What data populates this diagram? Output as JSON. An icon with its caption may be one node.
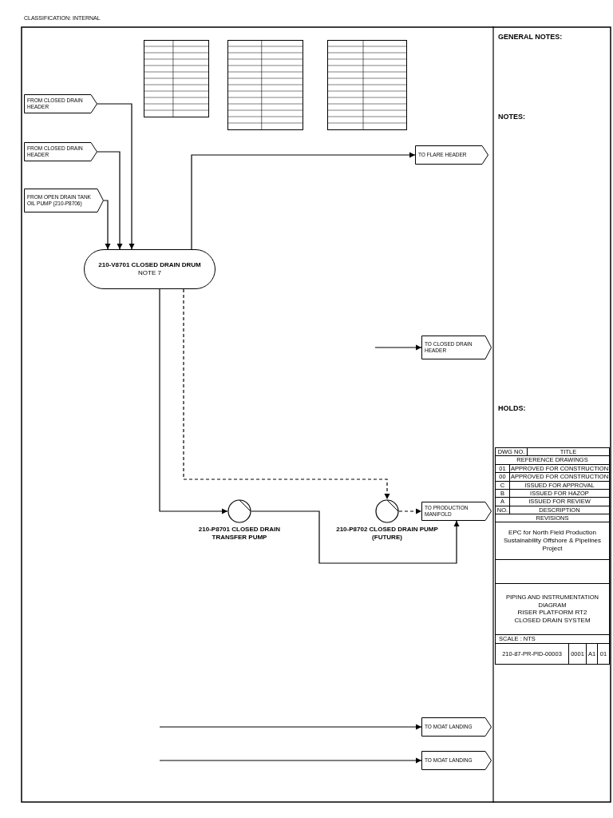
{
  "diagram": {
    "title": "PIPING AND INSTRUMENTATION DIAGRAM",
    "nodes": [
      {
        "text": [
          "210-V8701 CLOSED DRAIN DRUM",
          "NOTE 7"
        ]
      },
      {
        "text": [
          "FROM CLOSED DRAIN HEADER"
        ]
      },
      {
        "text": [
          "FROM CLOSED DRAIN HEADER"
        ]
      },
      {
        "text": [
          "FROM OPEN DRAIN TANK OIL PUMP (210-P8706)"
        ]
      },
      {
        "text": [
          "TO FLARE HEADER"
        ]
      },
      {
        "text": [],
        "shape": "circle",
        "beside": [
          "210-P8701 CLOSED DRAIN TRANSFER PUMP"
        ]
      },
      {
        "text": [],
        "shape": "circle",
        "beside": [
          "210-P8702 CLOSED DRAIN PUMP (FUTURE)"
        ]
      },
      {
        "text": [
          "TO PRODUCTION MANIFOLD"
        ]
      },
      {
        "text": [
          "TO CLOSED DRAIN HEADER"
        ]
      },
      {
        "text": [
          "TO MOAT LANDING"
        ]
      },
      {
        "text": [
          "TO MOAT LANDING"
        ]
      }
    ],
    "edges": [
      {
        "from": 1,
        "to": 0,
        "arrow": "to"
      },
      {
        "from": 2,
        "to": 0,
        "arrow": "to"
      },
      {
        "from": 3,
        "to": 0,
        "arrow": "to"
      },
      {
        "from": 0,
        "to": 4,
        "arrow": "to"
      },
      {
        "from": 0,
        "to": 5,
        "arrow": "to"
      },
      {
        "from": 0,
        "to": 6,
        "arrow": "to",
        "style": "dashed"
      },
      {
        "from": 5,
        "to": 7,
        "arrow": "to"
      },
      {
        "from": 6,
        "to": 7,
        "arrow": "to",
        "style": "dashed"
      },
      {
        "from": null,
        "to": 8,
        "arrow": "to"
      },
      {
        "from": null,
        "to": 9,
        "arrow": "to"
      },
      {
        "from": null,
        "to": 10,
        "arrow": "to"
      }
    ],
    "labels": [
      "CLASSIFICATION: INTERNAL",
      "GENERAL NOTES:",
      "NOTES:",
      "HOLDS:",
      "DWG NO.",
      "TITLE",
      "REFERENCE DRAWINGS",
      "01",
      "APPROVED FOR CONSTRUCTION",
      "00",
      "APPROVED FOR CONSTRUCTION",
      "C",
      "ISSUED FOR APPROVAL",
      "B",
      "ISSUED FOR HAZOP",
      "A",
      "ISSUED FOR REVIEW",
      "NO.",
      "DESCRIPTION",
      "REVISIONS",
      "EPC for North Field Production Sustainability Offshore & Pipelines Project",
      "RISER PLATFORM RT2",
      "CLOSED DRAIN SYSTEM",
      "SCALE : NTS",
      "210-87-PR-PID-00003",
      "0001",
      "A1",
      "01"
    ]
  }
}
